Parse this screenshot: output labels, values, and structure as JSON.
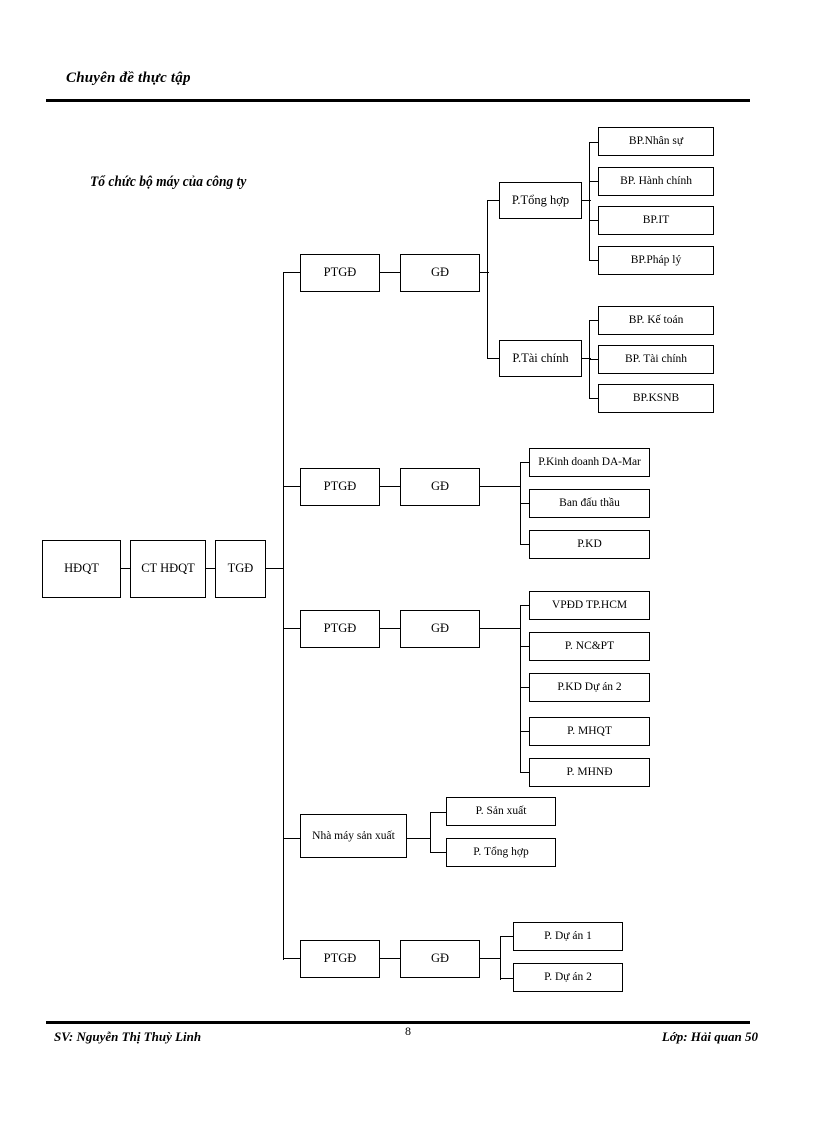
{
  "document": {
    "header_title": "Chuyên đề thực tập",
    "diagram_title": "Tổ chức bộ máy của công ty",
    "footer_left": "SV: Nguyễn Thị Thuỳ Linh",
    "footer_right": "Lớp: Hải quan 50",
    "page_number": "8"
  },
  "chart_data": {
    "type": "diagram",
    "title": "Tổ chức bộ máy của công ty",
    "root_chain": [
      {
        "id": "hdqt",
        "label": "HĐQT"
      },
      {
        "id": "ct-hdqt",
        "label": "CT HĐQT"
      },
      {
        "id": "tgd",
        "label": "TGĐ"
      }
    ],
    "branches": [
      {
        "id": "branch-1",
        "deputy": "PTGĐ",
        "director": "GĐ",
        "departments": [
          {
            "id": "p-tong-hop",
            "label": "P.Tổng hợp",
            "units": [
              "BP.Nhân sự",
              "BP. Hành chính",
              "BP.IT",
              "BP.Pháp lý"
            ]
          },
          {
            "id": "p-tai-chinh",
            "label": "P.Tài chính",
            "units": [
              "BP. Kế toán",
              "BP. Tài chính",
              "BP.KSNB"
            ]
          }
        ]
      },
      {
        "id": "branch-2",
        "deputy": "PTGĐ",
        "director": "GĐ",
        "units": [
          "P.Kinh doanh DA-Mar",
          "Ban đấu thầu",
          "P.KD"
        ]
      },
      {
        "id": "branch-3",
        "deputy": "PTGĐ",
        "director": "GĐ",
        "units": [
          "VPĐD TP.HCM",
          "P. NC&PT",
          "P.KD Dự án 2",
          "P. MHQT",
          "P. MHNĐ"
        ]
      },
      {
        "id": "branch-4",
        "plant": "Nhà máy sản xuất",
        "units": [
          "P. Sản xuất",
          "P. Tổng hợp"
        ]
      },
      {
        "id": "branch-5",
        "deputy": "PTGĐ",
        "director": "GĐ",
        "units": [
          "P. Dự án 1",
          "P. Dự án 2"
        ]
      }
    ]
  }
}
